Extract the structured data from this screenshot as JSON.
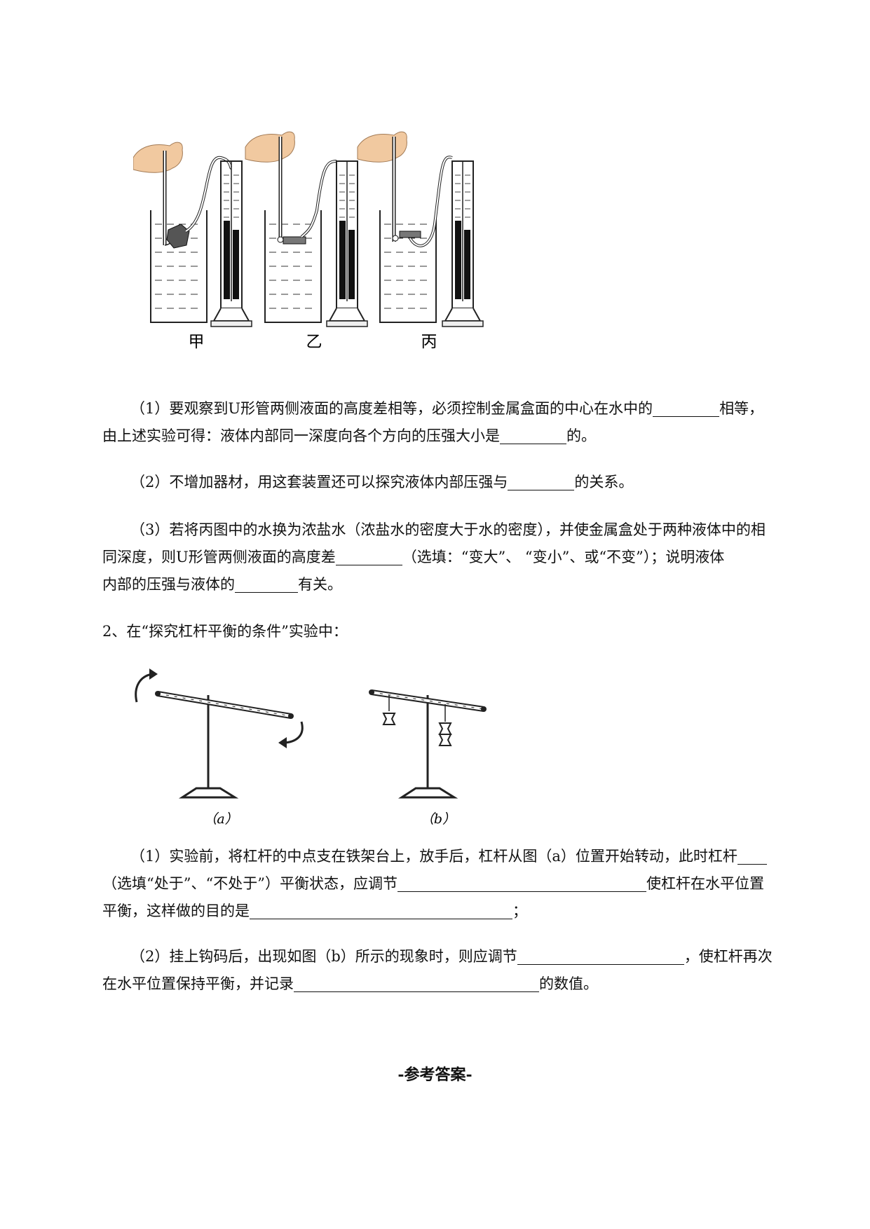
{
  "figure1": {
    "labels": [
      "甲",
      "乙",
      "丙"
    ]
  },
  "q1": {
    "part1_a": "（1）要观察到U形管两侧液面的高度差相等，必须控制金属盒面的中心在水中的",
    "part1_b": "相等，",
    "part1_c": "由上述实验可得：液体内部同一深度向各个方向的压强大小是",
    "part1_d": "的。",
    "part2_a": "（2）不增加器材，用这套装置还可以探究液体内部压强与",
    "part2_b": "的关系。",
    "part3_a": "（3）若将丙图中的水换为浓盐水（浓盐水的密度大于水的密度），并使金属盒处于两种液体中的相",
    "part3_b": "同深度，则U形管两侧液面的高度差",
    "part3_c": "（选填：“变大”、 “变小”、或“不变”）；说明液体",
    "part3_d": "内部的压强与液体的",
    "part3_e": "有关。"
  },
  "q2": {
    "title": "2、在“探究杠杆平衡的条件”实验中：",
    "fig_labels": [
      "（a）",
      "（b）"
    ],
    "part1_a": "（1）实验前，将杠杆的中点支在铁架台上，放手后，杠杆从图（a）位置开始转动，此时杠杆",
    "part1_b": "（选填“处于”、“不处于”）平衡状态，应调节",
    "part1_c": "使杠杆在水平位置",
    "part1_d": "平衡，这样做的目的是",
    "part1_e": "；",
    "part2_a": "（2）挂上钩码后，出现如图（b）所示的现象时，则应调节",
    "part2_b": "，使杠杆再次",
    "part2_c": "在水平位置保持平衡，并记录",
    "part2_d": "的数值。"
  },
  "answer_heading": "-参考答案-"
}
